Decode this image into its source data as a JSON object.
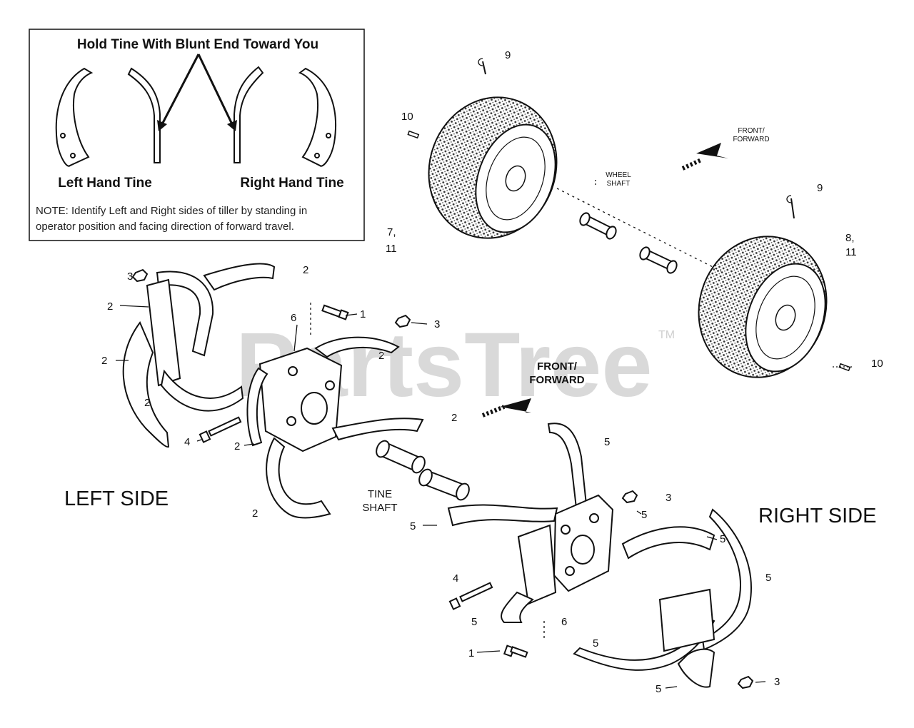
{
  "watermark": {
    "text": "PartsTree",
    "tm": "TM"
  },
  "inset": {
    "title": "Hold Tine With Blunt End Toward You",
    "left_tine": "Left Hand Tine",
    "right_tine": "Right Hand Tine",
    "note_line1": "NOTE: Identify Left and Right sides of tiller by standing in",
    "note_line2": "operator position and facing direction of forward travel."
  },
  "sides": {
    "left": "LEFT SIDE",
    "right": "RIGHT SIDE"
  },
  "shafts": {
    "wheel_shaft_1": "WHEEL",
    "wheel_shaft_2": "SHAFT",
    "tine_shaft_1": "TINE",
    "tine_shaft_2": "SHAFT"
  },
  "directions": {
    "top_1": "FRONT/",
    "top_2": "FORWARD",
    "mid_1": "FRONT/",
    "mid_2": "FORWARD"
  },
  "callouts": [
    {
      "id": "c9a",
      "text": "9"
    },
    {
      "id": "c10a",
      "text": "10"
    },
    {
      "id": "c9b",
      "text": "9"
    },
    {
      "id": "c7",
      "text": "7,"
    },
    {
      "id": "c11a",
      "text": "11"
    },
    {
      "id": "c8",
      "text": "8,"
    },
    {
      "id": "c11b",
      "text": "11"
    },
    {
      "id": "c10b",
      "text": "10"
    },
    {
      "id": "c3a",
      "text": "3"
    },
    {
      "id": "c2a",
      "text": "2"
    },
    {
      "id": "c2b",
      "text": "2"
    },
    {
      "id": "c2c",
      "text": "2"
    },
    {
      "id": "c2d",
      "text": "2"
    },
    {
      "id": "c6a",
      "text": "6"
    },
    {
      "id": "c1a",
      "text": "1"
    },
    {
      "id": "c3b",
      "text": "3"
    },
    {
      "id": "c2e",
      "text": "2"
    },
    {
      "id": "c2f",
      "text": "2"
    },
    {
      "id": "c4a",
      "text": "4"
    },
    {
      "id": "c2g",
      "text": "2"
    },
    {
      "id": "c2h",
      "text": "2"
    },
    {
      "id": "c5a",
      "text": "5"
    },
    {
      "id": "c3c",
      "text": "3"
    },
    {
      "id": "c5b",
      "text": "5"
    },
    {
      "id": "c5c",
      "text": "5"
    },
    {
      "id": "c5d",
      "text": "5"
    },
    {
      "id": "c5e",
      "text": "5"
    },
    {
      "id": "c4b",
      "text": "4"
    },
    {
      "id": "c5f",
      "text": "5"
    },
    {
      "id": "c6b",
      "text": "6"
    },
    {
      "id": "c5g",
      "text": "5"
    },
    {
      "id": "c1b",
      "text": "1"
    },
    {
      "id": "c3d",
      "text": "3"
    },
    {
      "id": "c5h",
      "text": "5"
    }
  ]
}
